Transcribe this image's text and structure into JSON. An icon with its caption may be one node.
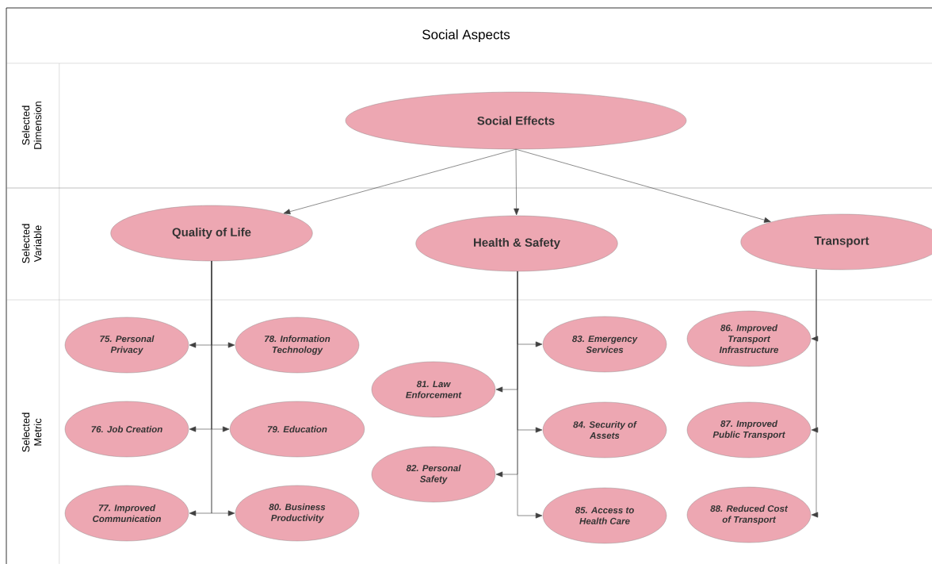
{
  "diagram": {
    "title": "Social Aspects",
    "nodes": [
      {
        "text": [
          "Social Effects"
        ]
      },
      {
        "text": [
          "Quality of Life"
        ]
      },
      {
        "text": [
          "Health & Safety"
        ]
      },
      {
        "text": [
          "Transport"
        ]
      },
      {
        "text": [
          "75. Personal Privacy"
        ]
      },
      {
        "text": [
          "76. Job Creation"
        ]
      },
      {
        "text": [
          "77. Improved Communication"
        ]
      },
      {
        "text": [
          "78. Information Technology"
        ]
      },
      {
        "text": [
          "79. Education"
        ]
      },
      {
        "text": [
          "80. Business Productivity"
        ]
      },
      {
        "text": [
          "81. Law Enforcement"
        ]
      },
      {
        "text": [
          "82. Personal Safety"
        ]
      },
      {
        "text": [
          "83. Emergency Services"
        ]
      },
      {
        "text": [
          "84. Security of Assets"
        ]
      },
      {
        "text": [
          "85. Access to Health Care"
        ]
      },
      {
        "text": [
          "86. Improved Transport Infrastructure"
        ]
      },
      {
        "text": [
          "87. Improved Public Transport"
        ]
      },
      {
        "text": [
          "88. Reduced Cost of Transport"
        ]
      }
    ],
    "edges": [
      {
        "from": 0,
        "to": 1,
        "arrow": "to"
      },
      {
        "from": 0,
        "to": 2,
        "arrow": "to"
      },
      {
        "from": 0,
        "to": 3,
        "arrow": "to"
      },
      {
        "from": 1,
        "to": 4,
        "arrow": "to"
      },
      {
        "from": 1,
        "to": 5,
        "arrow": "to"
      },
      {
        "from": 1,
        "to": 6,
        "arrow": "to"
      },
      {
        "from": 1,
        "to": 7,
        "arrow": "to"
      },
      {
        "from": 1,
        "to": 8,
        "arrow": "to"
      },
      {
        "from": 1,
        "to": 9,
        "arrow": "to"
      },
      {
        "from": 2,
        "to": 10,
        "arrow": "to"
      },
      {
        "from": 2,
        "to": 11,
        "arrow": "to"
      },
      {
        "from": 2,
        "to": 12,
        "arrow": "to"
      },
      {
        "from": 2,
        "to": 13,
        "arrow": "to"
      },
      {
        "from": 2,
        "to": 14,
        "arrow": "to"
      },
      {
        "from": 3,
        "to": 15,
        "arrow": "to"
      },
      {
        "from": 3,
        "to": 16,
        "arrow": "to"
      },
      {
        "from": 3,
        "to": 17,
        "arrow": "to"
      }
    ],
    "labels": [
      "Selected Dimension",
      "Selected Variable",
      "Selected Metric"
    ]
  }
}
